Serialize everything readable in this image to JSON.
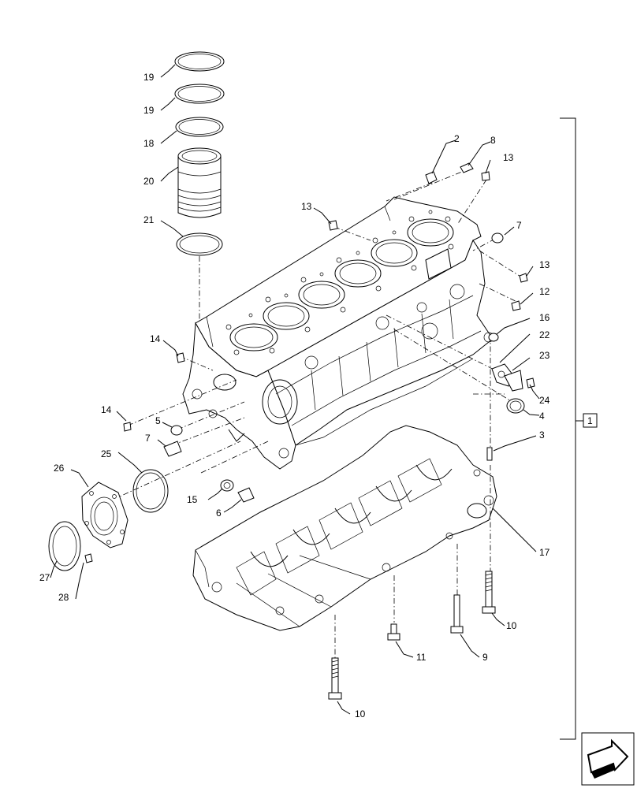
{
  "callouts": {
    "c19a": "19",
    "c19b": "19",
    "c18": "18",
    "c20": "20",
    "c21": "21",
    "c2": "2",
    "c8": "8",
    "c13a": "13",
    "c13b": "13",
    "c13c": "13",
    "c7a": "7",
    "c7b": "7",
    "c12": "12",
    "c16": "16",
    "c22": "22",
    "c23": "23",
    "c24": "24",
    "c4": "4",
    "c3": "3",
    "c14a": "14",
    "c14b": "14",
    "c5": "5",
    "c25": "25",
    "c26": "26",
    "c15": "15",
    "c6": "6",
    "c27": "27",
    "c28": "28",
    "c17": "17",
    "c10a": "10",
    "c10b": "10",
    "c11": "11",
    "c9": "9"
  },
  "assembly_box": "1",
  "nav": {
    "icon": "arrow-icon"
  }
}
